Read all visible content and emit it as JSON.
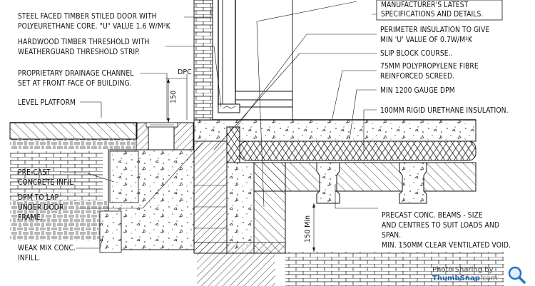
{
  "labels_left": [
    "STEEL FACED TIMBER STILED DOOR WITH",
    "POLYEURETHANE CORE. \"U\" VALUE 1.6 W/M²K",
    "HARDWOOD TIMBER THRESHOLD WITH",
    "WEATHERGUARD THRESHOLD STRIP.",
    "PROPRIETARY DRAINAGE CHANNEL",
    "SET AT FRONT FACE OF BUILDING.",
    "LEVEL PLATFORM",
    "PRE-CAST",
    "CONCRETE INFIL.",
    "DPM TO LAP",
    "UNDER DOOR",
    "FRAME.",
    "WEAK MIX CONC.",
    "INFILL."
  ],
  "labels_right": [
    "MANUFACTURER'S LATEST",
    "SPECIFICATIONS AND DETAILS.",
    "PERIMETER INSULATION TO GIVE",
    "MIN 'U' VALUE OF 0.7W/M²K",
    "SLIP BLOCK COURSE..",
    "75MM POLYPROPYLENE FIBRE",
    "REINFORCED SCREED.",
    "MIN 1200 GAUGE DPM",
    "100MM RIGID URETHANE INSULATION.",
    "PRECAST CONC. BEAMS - SIZE",
    "AND CENTRES TO SUIT LOADS AND",
    "SPAN.",
    "MIN. 150MM CLEAR VENTILATED VOID."
  ],
  "dimensions": {
    "dpc": "DPC",
    "dim_150": "150",
    "dim_150_min": "150 Min"
  },
  "watermark": {
    "line1": "Photo Sharing by",
    "brand": "ThumbSnap",
    "suffix": ".com"
  },
  "colors": {
    "ink": "#111111",
    "paper": "#ffffff",
    "watermark_brand": "#1e5fa8"
  }
}
